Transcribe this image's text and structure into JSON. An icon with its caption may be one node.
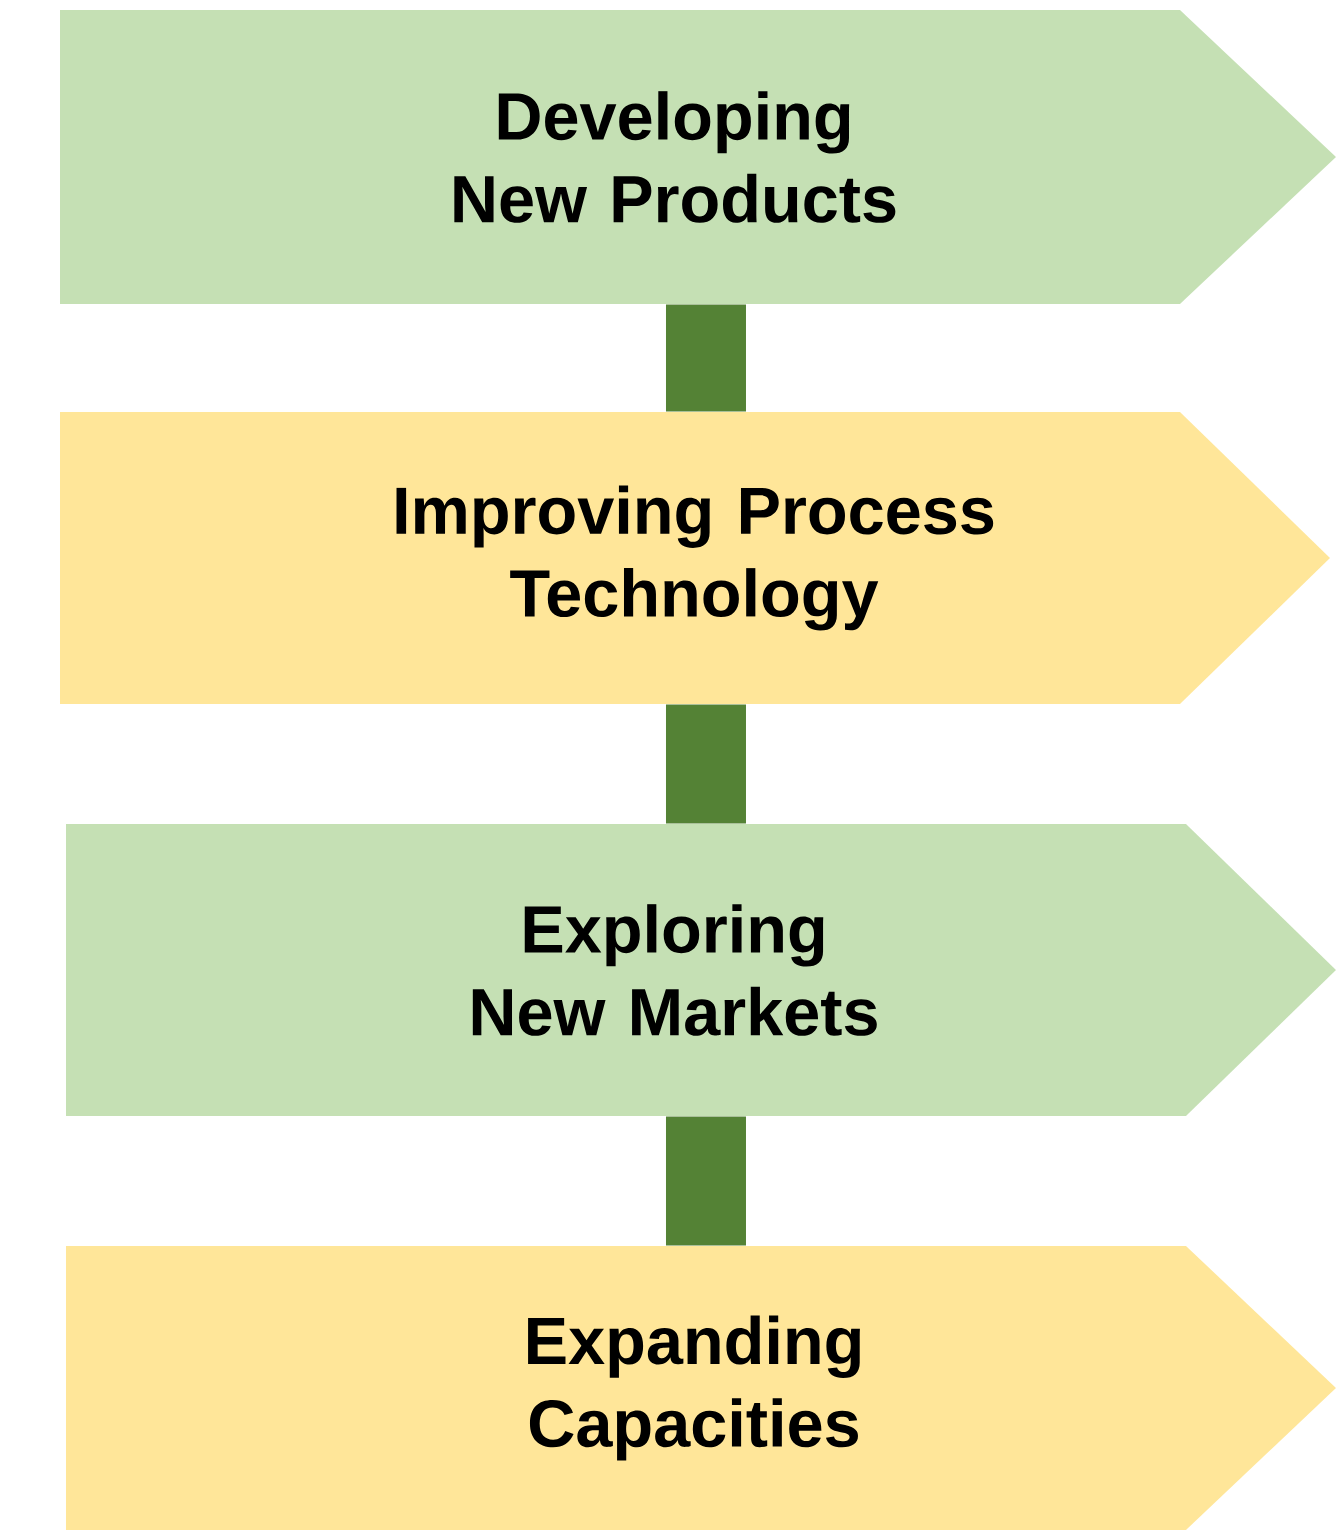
{
  "diagram": {
    "nodes": [
      {
        "text": [
          "Developing New Products"
        ]
      },
      {
        "text": [
          "Improving Process Technology"
        ]
      },
      {
        "text": [
          "Exploring New Markets"
        ]
      },
      {
        "text": [
          "Expanding Capacities"
        ]
      }
    ],
    "edges": [
      {
        "from": 0,
        "to": 1,
        "arrow": "none"
      },
      {
        "from": 1,
        "to": 2,
        "arrow": "none"
      },
      {
        "from": 2,
        "to": 3,
        "arrow": "none"
      }
    ]
  }
}
